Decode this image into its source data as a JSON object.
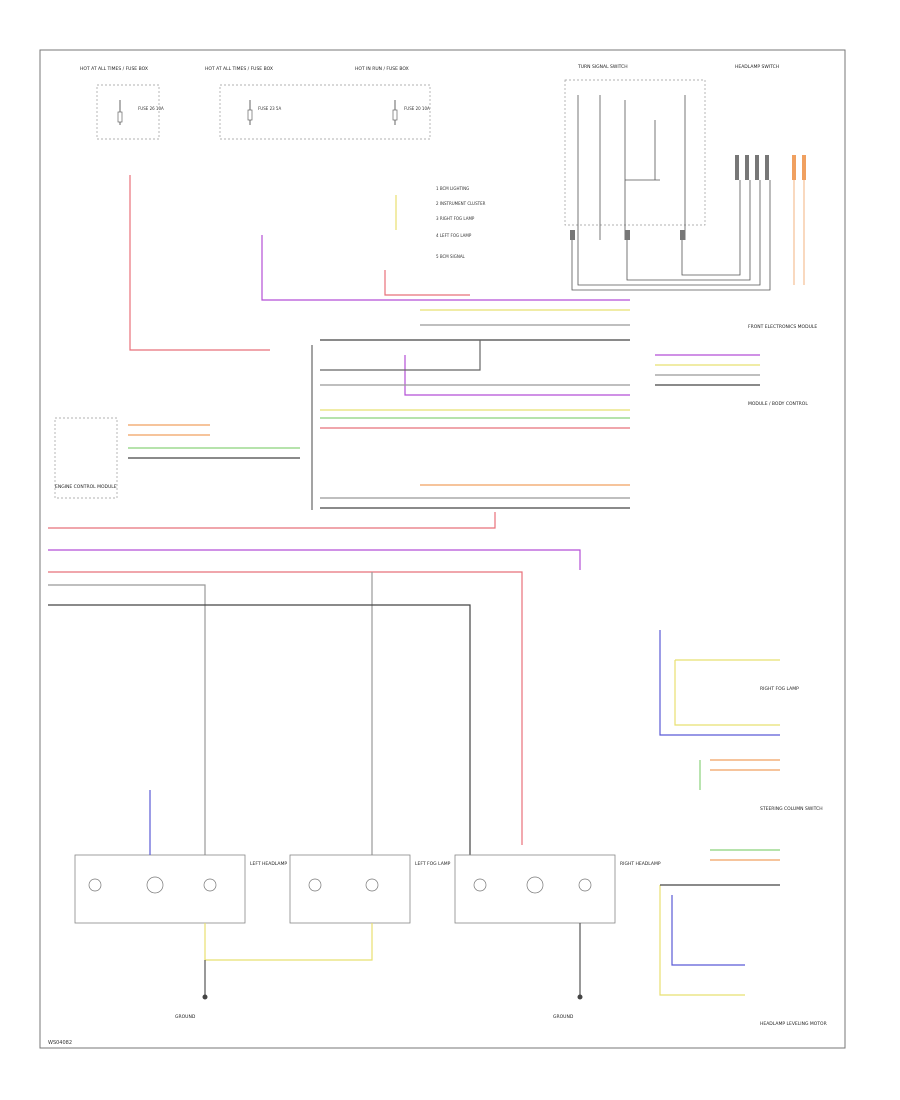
{
  "diagram": {
    "colors": {
      "frame": "#777777",
      "wire_red": "#e8707a",
      "wire_violet": "#b44fd6",
      "wire_yellow": "#e8e070",
      "wire_green": "#8ad27a",
      "wire_gray": "#999999",
      "wire_blue": "#5a5ad6",
      "wire_orange": "#f0a060",
      "wire_black": "#444444",
      "wire_dark": "#555555"
    },
    "page_id": "WS04082",
    "fuse_boxes": [
      {
        "text": "HOT AT ALL TIMES / FUSE BOX",
        "fuse": "FUSE 26 10A"
      },
      {
        "text": "HOT AT ALL TIMES / FUSE BOX",
        "fuse": "FUSE 23 5A"
      },
      {
        "text": "HOT IN RUN / FUSE BOX",
        "fuse": "FUSE 20 10A"
      }
    ],
    "legend": [
      "1  BCM LIGHTING",
      "2  INSTRUMENT CLUSTER",
      "3  RIGHT FOG LAMP",
      "4  LEFT FOG LAMP",
      "5  BCM SIGNAL"
    ],
    "modules": [
      "MODULE / BODY CONTROL",
      "FRONT ELECTRONICS MODULE",
      "ENGINE CONTROL MODULE",
      "STEERING COLUMN SWITCH",
      "TURN SIGNAL SWITCH",
      "HEADLAMP SWITCH",
      "HEADLAMP LEVELING MOTOR",
      "LEFT HEADLAMP",
      "RIGHT HEADLAMP",
      "LEFT FOG LAMP",
      "RIGHT FOG LAMP",
      "GROUND"
    ]
  }
}
